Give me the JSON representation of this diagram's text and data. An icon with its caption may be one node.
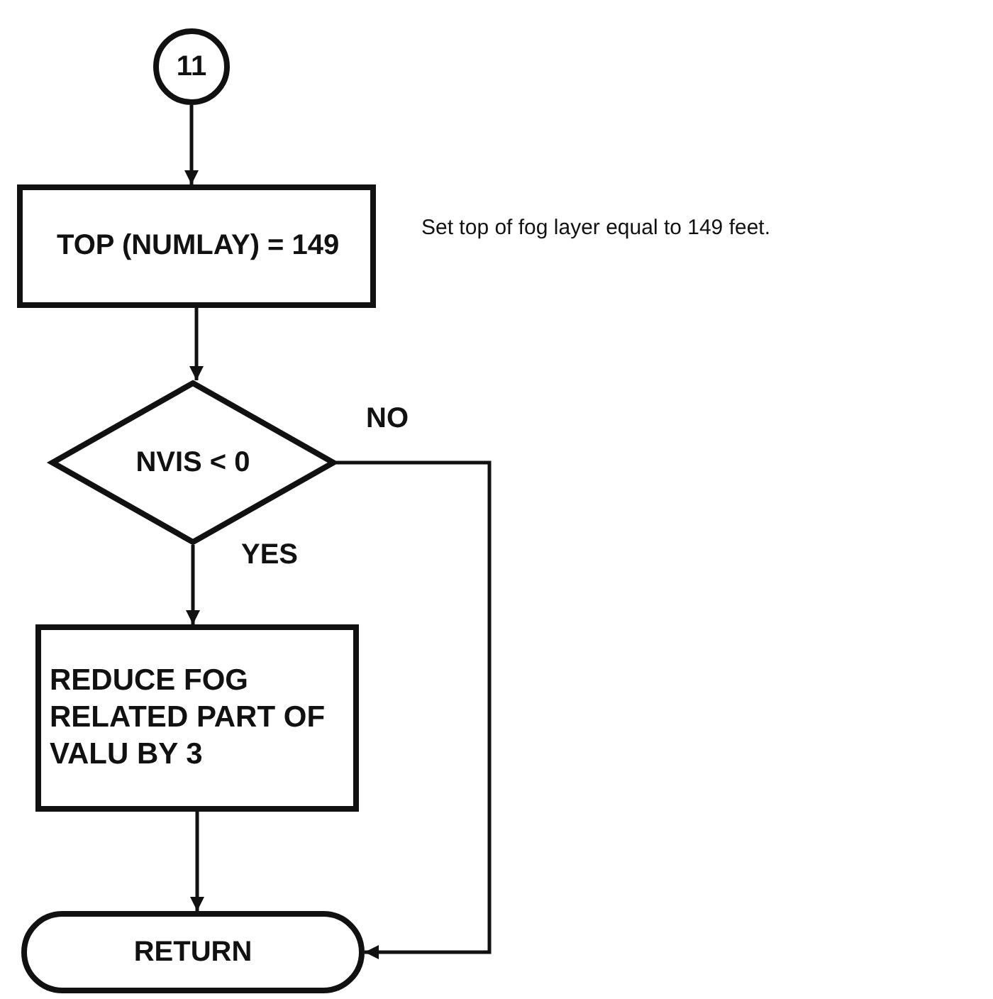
{
  "diagram": {
    "nodes": [
      {
        "text": [
          "11"
        ]
      },
      {
        "text": [
          "TOP (NUMLAY) = 149"
        ],
        "beside": [
          "Set top of fog layer equal to 149 feet."
        ]
      },
      {
        "text": [
          "NVIS < 0"
        ]
      },
      {
        "text": [
          "REDUCE FOG RELATED PART OF VALU BY 3"
        ]
      },
      {
        "text": [
          "RETURN"
        ]
      }
    ],
    "edges": [
      {
        "from": 0,
        "to": 1,
        "arrow": "to"
      },
      {
        "from": 1,
        "to": 2,
        "arrow": "to"
      },
      {
        "from": 2,
        "to": 3,
        "arrow": "to",
        "label": "YES"
      },
      {
        "from": 3,
        "to": 4,
        "arrow": "to"
      },
      {
        "from": 2,
        "to": 4,
        "arrow": "to",
        "label": "NO"
      }
    ]
  }
}
